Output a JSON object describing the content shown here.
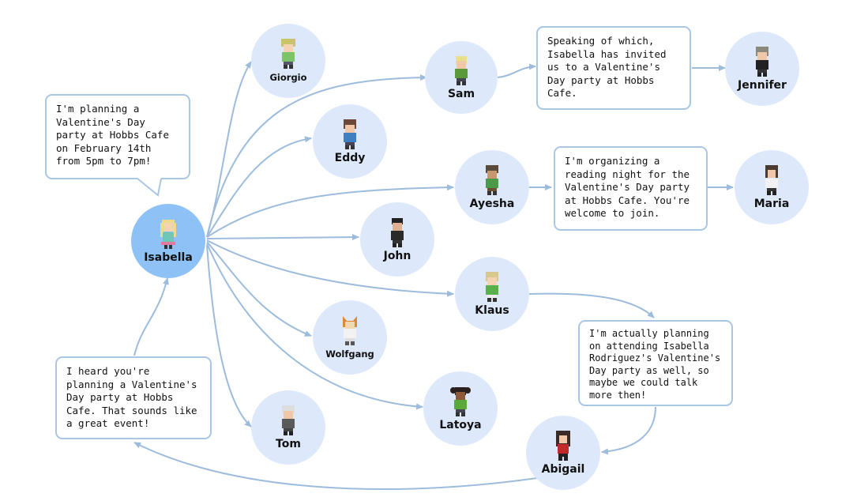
{
  "nodes": {
    "isabella": "Isabella",
    "giorgio": "Giorgio",
    "eddy": "Eddy",
    "sam": "Sam",
    "jennifer": "Jennifer",
    "ayesha": "Ayesha",
    "maria": "Maria",
    "john": "John",
    "klaus": "Klaus",
    "wolfgang": "Wolfgang",
    "latoya": "Latoya",
    "tom": "Tom",
    "abigail": "Abigail"
  },
  "bubbles": {
    "isabella": "I'm planning a\nValentine's Day\nparty at Hobbs Cafe\non February 14th\nfrom 5pm to 7pm!",
    "sam": "Speaking of which,\nIsabella has invited\nus to a Valentine's\nDay party at Hobbs\nCafe.",
    "ayesha": "I'm organizing a\nreading night for the\nValentine's Day party\nat Hobbs Cafe. You're\nwelcome to join.",
    "klaus": "I'm actually planning\non attending Isabella\nRodriguez's Valentine's\nDay party as well, so\nmaybe we could talk\nmore then!",
    "abigail": "I heard you're\nplanning a Valentine's\nDay party at Hobbs\nCafe. That sounds like\na great event!"
  },
  "colors": {
    "node_fill": "#dde9fb",
    "main_node_fill": "#8ec1f5",
    "arrow": "#9dbcdc",
    "bubble_border": "#a9c6e4"
  }
}
